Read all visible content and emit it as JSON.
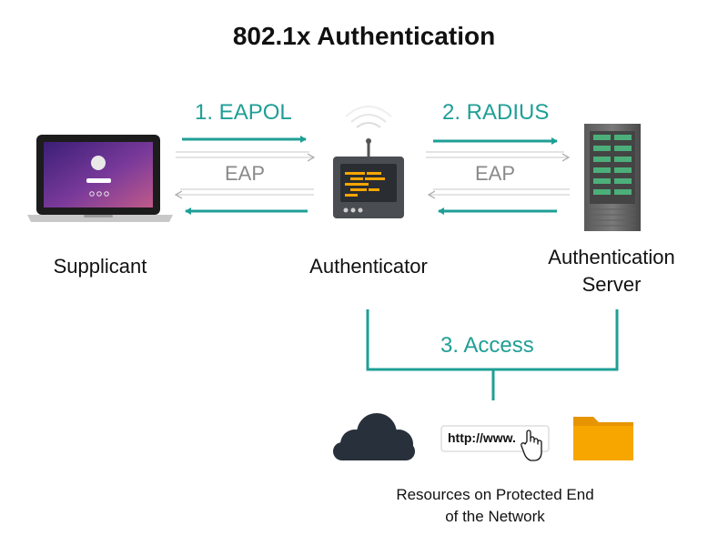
{
  "diagram": {
    "title": "802.1x Authentication",
    "steps": {
      "eapol": "1. EAPOL",
      "radius": "2. RADIUS",
      "access": "3. Access"
    },
    "protocol_labels": {
      "left": "EAP",
      "right": "EAP"
    },
    "nodes": {
      "supplicant": "Supplicant",
      "authenticator": "Authenticator",
      "server_line1": "Authentication",
      "server_line2": "Server"
    },
    "resources": {
      "url_text": "http://www.",
      "caption_line1": "Resources on Protected End",
      "caption_line2": "of the Network"
    },
    "colors": {
      "teal": "#1f9f96",
      "gray_text": "#8a8a8a",
      "cloud": "#27303b",
      "folder": "#f7a600",
      "server_leds": "#4caf7a",
      "authenticator_bars": "#f7a600"
    }
  }
}
